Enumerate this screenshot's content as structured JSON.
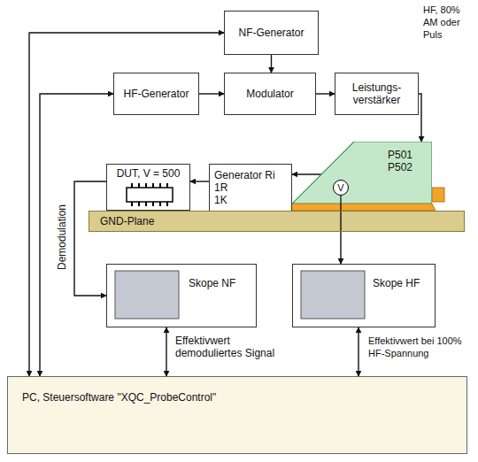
{
  "diagram": {
    "nodes": [
      {
        "text": [
          "NF-Generator"
        ]
      },
      {
        "text": [
          "HF-Generator"
        ]
      },
      {
        "text": [
          "Modulator"
        ]
      },
      {
        "text": [
          "Leistungs- verstärker"
        ]
      },
      {
        "text": [
          "DUT, V = 500"
        ]
      },
      {
        "text": [
          "Generator Ri",
          "1R 1K"
        ]
      },
      {
        "text": [
          "P501 P502"
        ]
      },
      {
        "text": [
          "GND-Plane"
        ]
      },
      {
        "text": [
          "Skope NF"
        ]
      },
      {
        "text": [
          "Skope HF"
        ]
      },
      {
        "text": [
          "PC, Steuersoftware \"XQC_ProbeControl\""
        ]
      }
    ],
    "edges": [
      {
        "from": 10,
        "to": 0,
        "arrow": "both"
      },
      {
        "from": 10,
        "to": 1,
        "arrow": "both"
      },
      {
        "from": 0,
        "to": 2,
        "arrow": "to"
      },
      {
        "from": 1,
        "to": 2,
        "arrow": "to"
      },
      {
        "from": 2,
        "to": 3,
        "arrow": "to"
      },
      {
        "from": 3,
        "to": 6,
        "arrow": "to",
        "label": "HF, 80% AM oder Puls"
      },
      {
        "from": 6,
        "to": 5,
        "arrow": "to"
      },
      {
        "from": 5,
        "to": 4,
        "arrow": "to"
      },
      {
        "from": 4,
        "to": 8,
        "arrow": "to",
        "label": "Demodulation"
      },
      {
        "from": 6,
        "to": 9,
        "arrow": "to"
      },
      {
        "from": 8,
        "to": 10,
        "arrow": "both",
        "label": "Effektivwert demoduliertes Signal"
      },
      {
        "from": 9,
        "to": 10,
        "arrow": "both",
        "label": "Effektivwert bei 100% HF-Spannung"
      }
    ],
    "labels": [
      "V"
    ]
  }
}
